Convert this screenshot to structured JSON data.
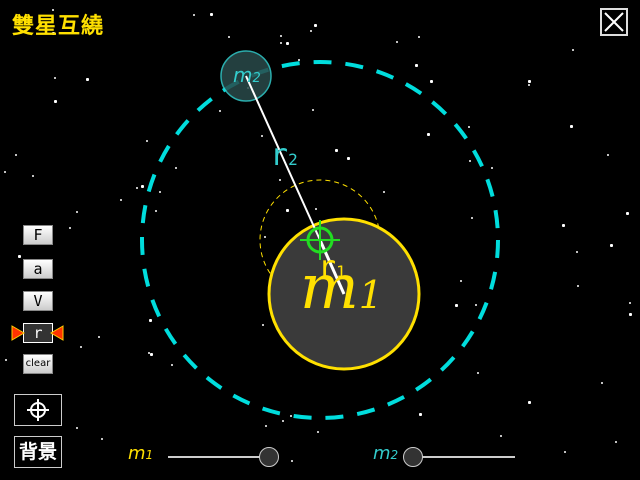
{
  "app": {
    "title": "雙星互繞"
  },
  "toolbar": {
    "buttons": [
      {
        "id": "F",
        "label": "F",
        "active": false
      },
      {
        "id": "a",
        "label": "a",
        "active": false
      },
      {
        "id": "V",
        "label": "V",
        "active": false
      },
      {
        "id": "r",
        "label": "r",
        "active": true
      },
      {
        "id": "clear",
        "label": "clear",
        "active": false
      }
    ],
    "center_icon": "crosshair-icon",
    "background_label": "背景",
    "close_icon": "close-icon"
  },
  "scene": {
    "mass1": {
      "label": "m",
      "sub": "1",
      "color": "#ffe000"
    },
    "mass2": {
      "label": "m",
      "sub": "2",
      "color": "#33cccc"
    },
    "r1": {
      "label": "r",
      "sub": "1"
    },
    "r2": {
      "label": "r",
      "sub": "2"
    },
    "com_marker_color": "#22dd22",
    "orbit1_color": "#ffe000",
    "orbit2_color": "#00dddd"
  },
  "sliders": {
    "m1": {
      "label": "m",
      "sub": "1",
      "color": "#ffe000"
    },
    "m2": {
      "label": "m",
      "sub": "2",
      "color": "#33cccc"
    }
  },
  "colors": {
    "active_arrow": "#ff2200",
    "arrow_fill": "#ff3300"
  }
}
